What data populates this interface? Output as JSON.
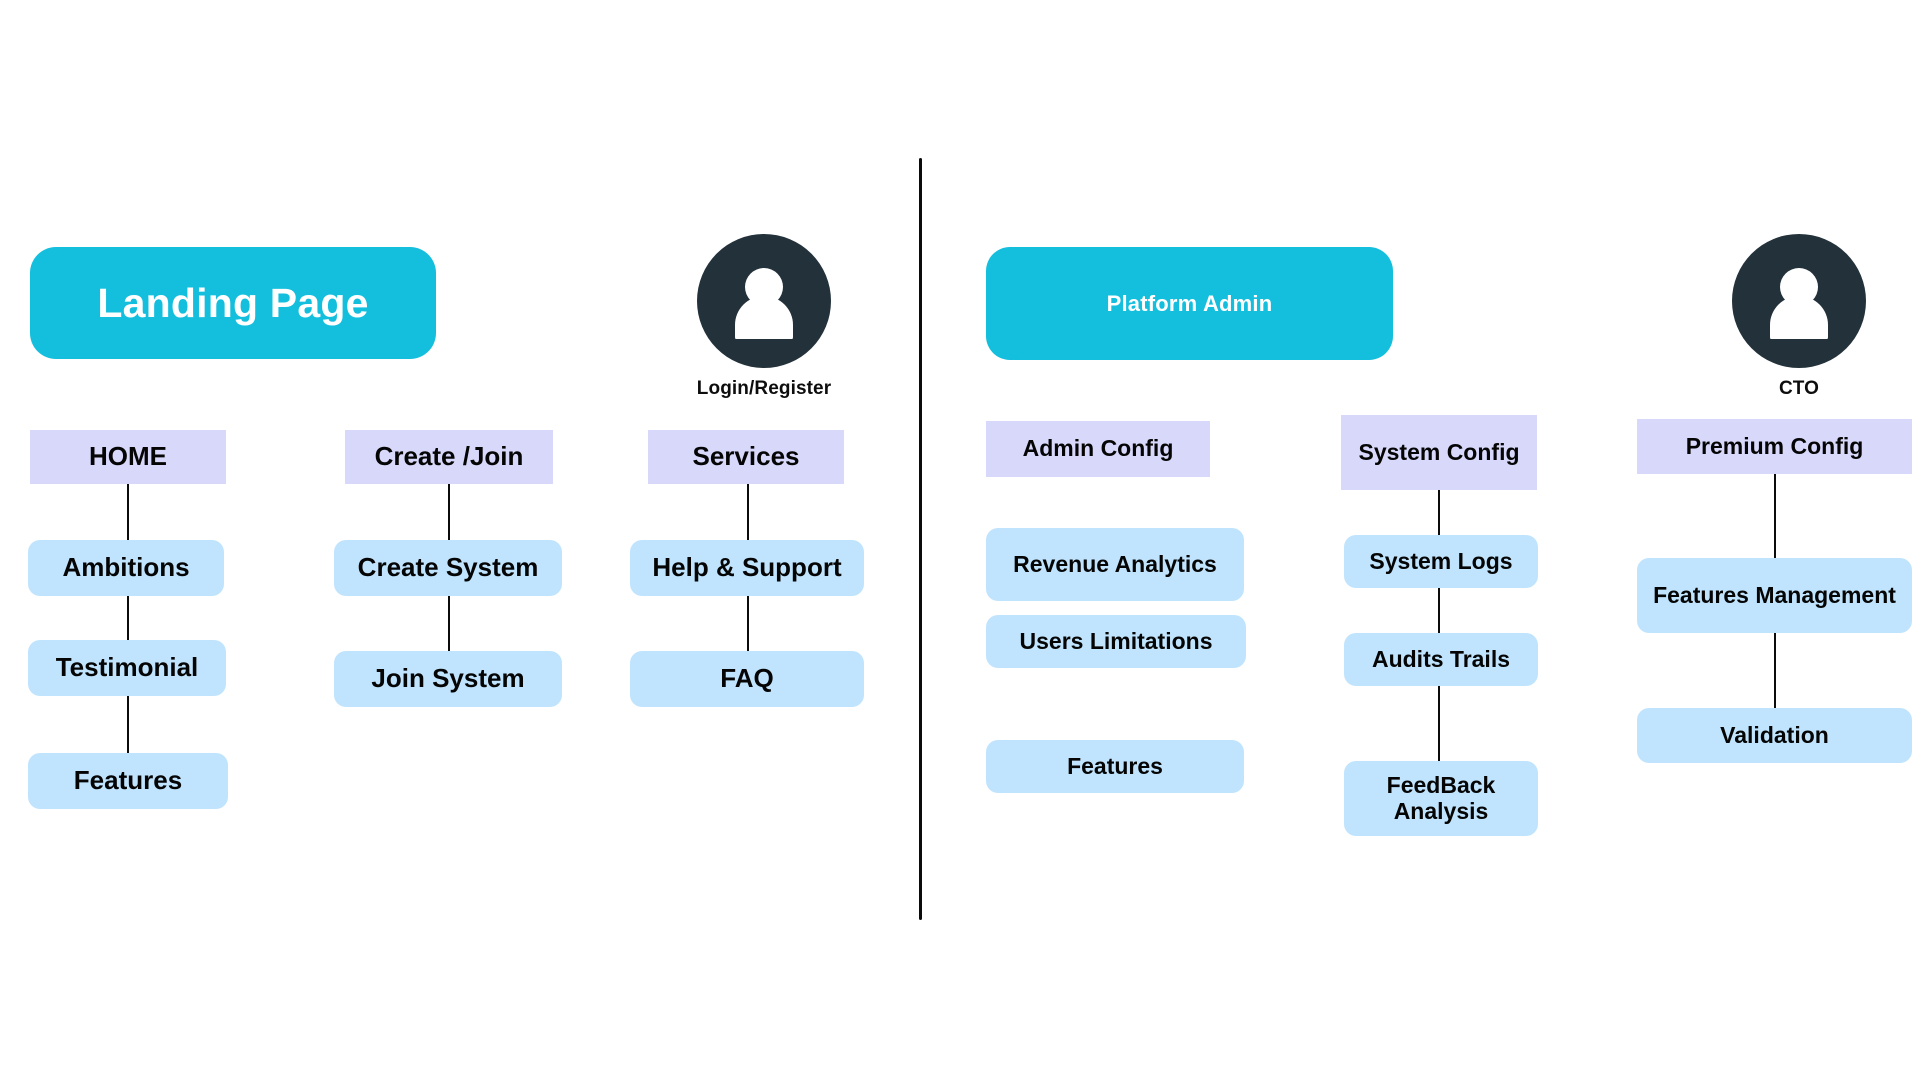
{
  "diagram": {
    "title_left": "Landing Page",
    "title_right": "Platform Admin",
    "colors": {
      "header_cyan": "#14bfdd",
      "root_lavender": "#d8d8fb",
      "child_blue": "#c0e4fd",
      "avatar_dark": "#22313a",
      "line_black": "#0b0b0b",
      "background": "#ffffff"
    }
  },
  "left_section": {
    "header": {
      "label": "Landing Page"
    },
    "actor": {
      "icon": "user-avatar-icon",
      "caption": "Login/Register"
    },
    "columns": [
      {
        "root": "HOME",
        "children": [
          "Ambitions",
          "Testimonial",
          "Features"
        ],
        "connected": true
      },
      {
        "root": "Create /Join",
        "children": [
          "Create System",
          "Join System"
        ],
        "connected": true
      },
      {
        "root": "Services",
        "children": [
          "Help & Support",
          "FAQ"
        ],
        "connected": true
      }
    ]
  },
  "right_section": {
    "header": {
      "label": "Platform Admin"
    },
    "actor": {
      "icon": "user-avatar-icon",
      "caption": "CTO"
    },
    "columns": [
      {
        "root": "Admin Config",
        "children": [
          "Revenue Analytics",
          "Users Limitations",
          "Features"
        ],
        "connected": false
      },
      {
        "root": "System Config",
        "children": [
          "System Logs",
          "Audits Trails",
          "FeedBack Analysis"
        ],
        "connected": true
      },
      {
        "root": "Premium Config",
        "children": [
          "Features Management",
          "Validation"
        ],
        "connected": true
      }
    ]
  }
}
